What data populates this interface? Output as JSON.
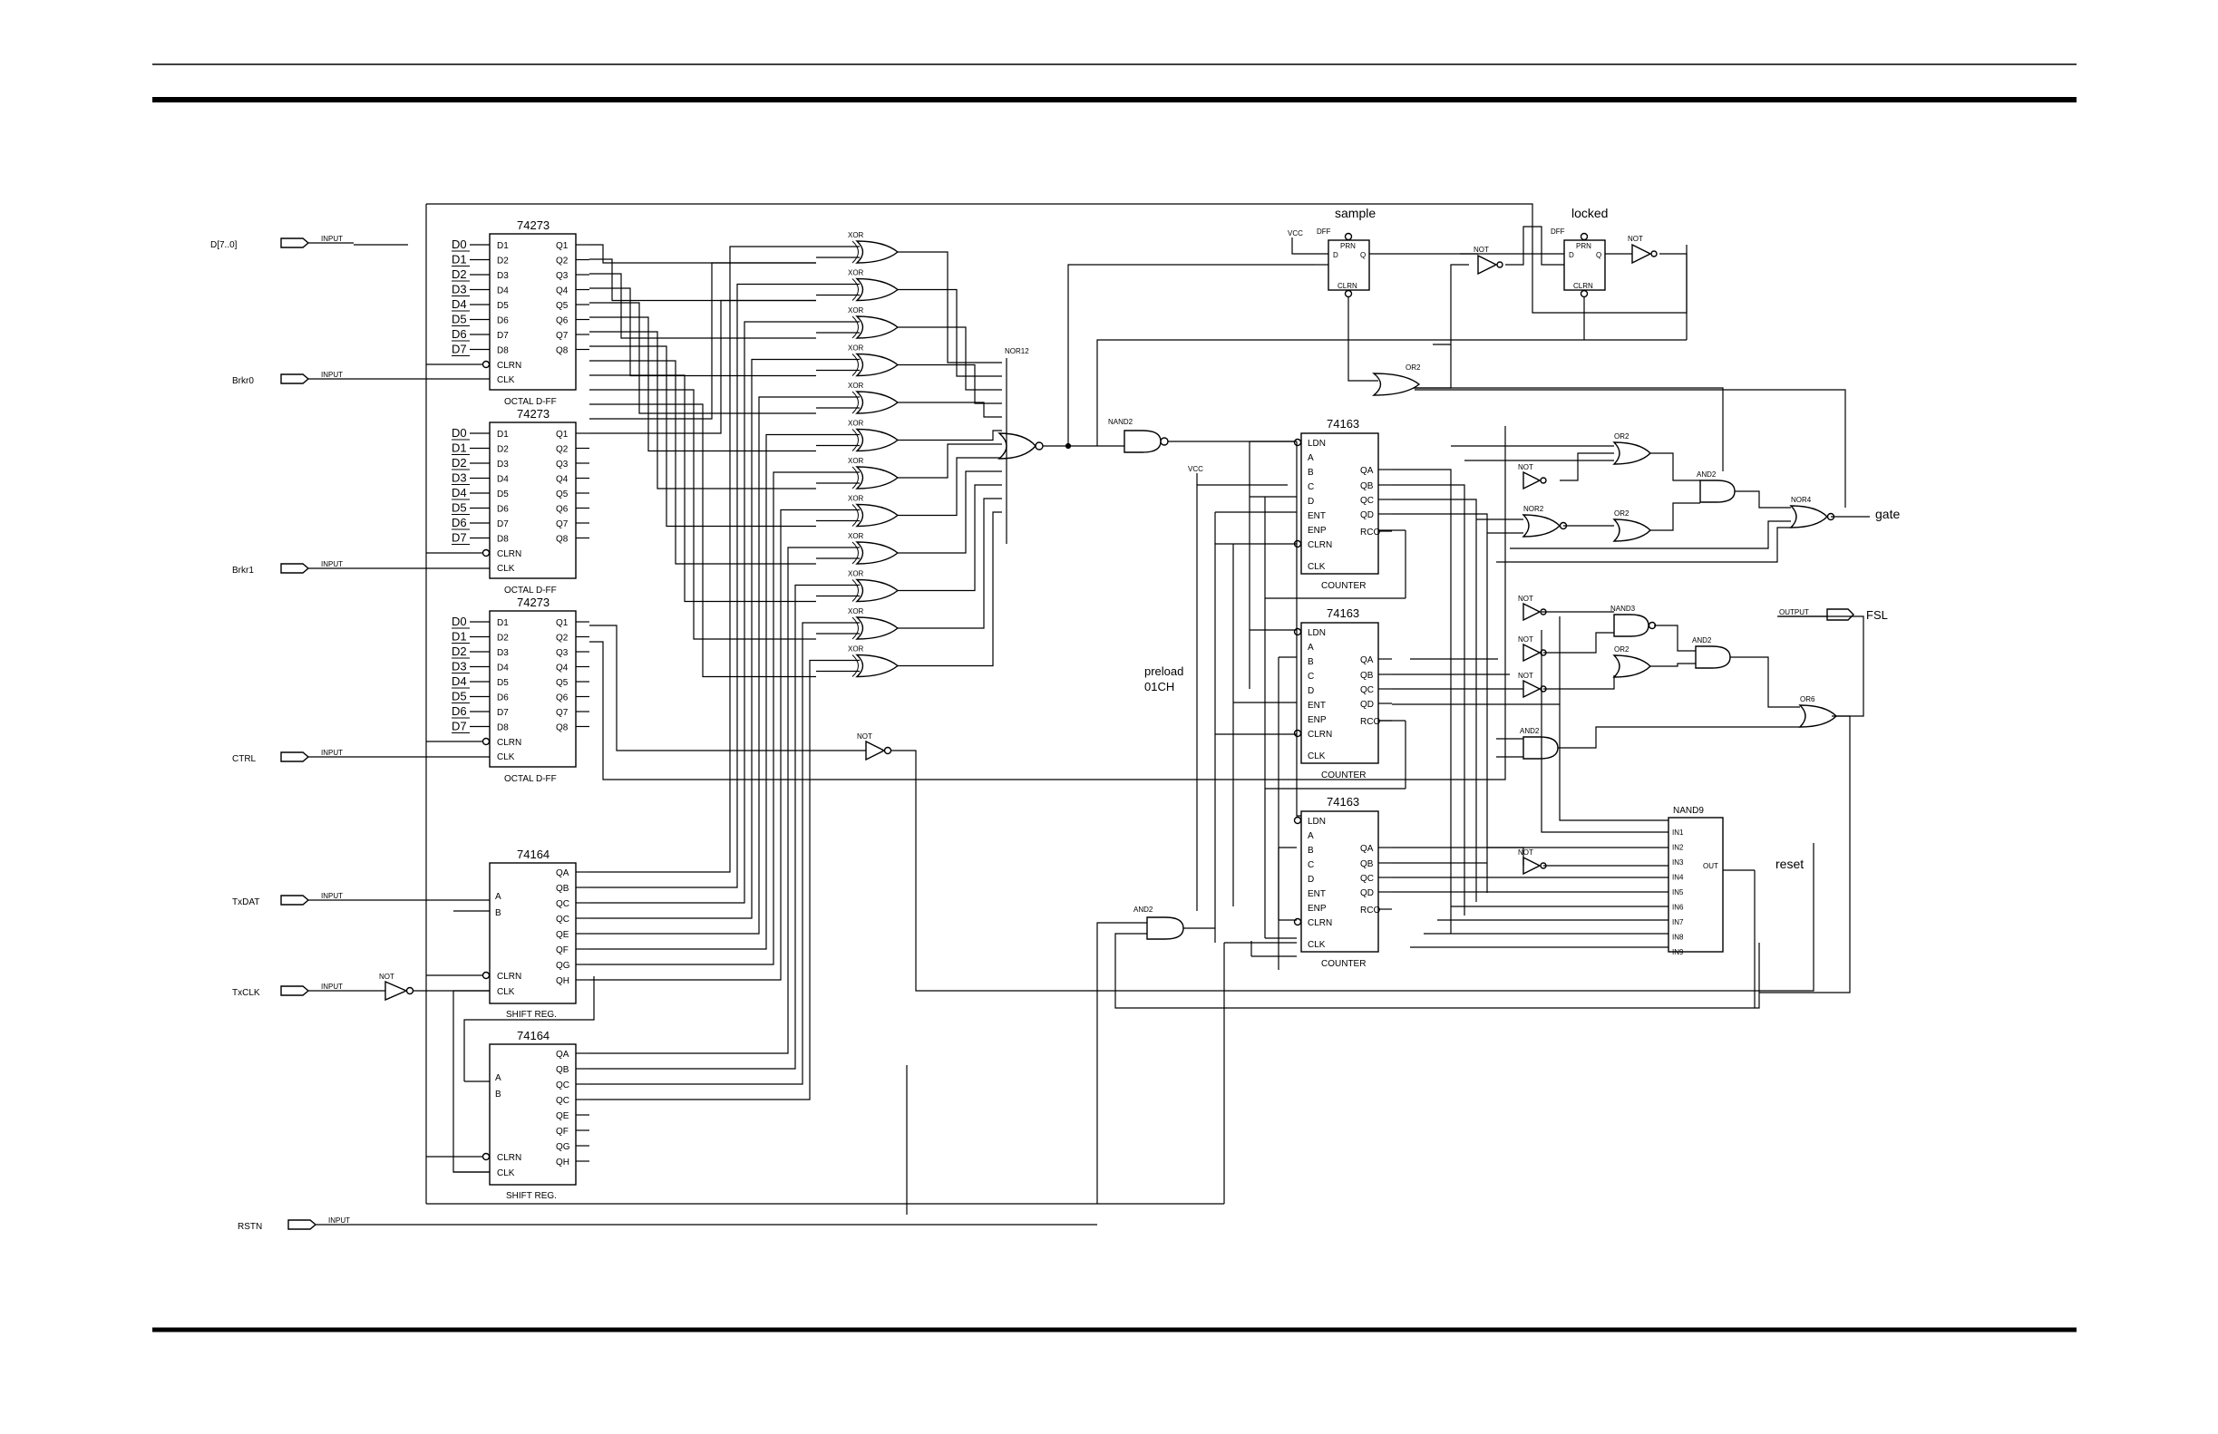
{
  "inputs": {
    "d_bus": "D[7..0]",
    "brkr0": "Brkr0",
    "brkr1": "Brkr1",
    "ctrl": "CTRL",
    "txdat": "TxDAT",
    "txclk": "TxCLK",
    "rstn": "RSTN",
    "tag": "INPUT"
  },
  "outputs": {
    "fsl": "FSL",
    "tag": "OUTPUT",
    "gate": "gate",
    "reset": "reset"
  },
  "dff_chip": {
    "part": "74273",
    "caption": "OCTAL D-FF",
    "d_labels": [
      "D0",
      "D1",
      "D2",
      "D3",
      "D4",
      "D5",
      "D6",
      "D7"
    ],
    "in_pins": [
      "D1",
      "D2",
      "D3",
      "D4",
      "D5",
      "D6",
      "D7",
      "D8"
    ],
    "out_pins": [
      "Q1",
      "Q2",
      "Q3",
      "Q4",
      "Q5",
      "Q6",
      "Q7",
      "Q8"
    ],
    "clrn": "CLRN",
    "clk": "CLK"
  },
  "shift_chip": {
    "part": "74164",
    "caption": "SHIFT REG.",
    "in_pins": [
      "A",
      "B"
    ],
    "out_pins": [
      "QA",
      "QB",
      "QC",
      "QC",
      "QE",
      "QF",
      "QG",
      "QH"
    ],
    "clrn": "CLRN",
    "clk": "CLK"
  },
  "counter_chip": {
    "part": "74163",
    "caption": "COUNTER",
    "in_pins": [
      "LDN",
      "A",
      "B",
      "C",
      "D",
      "ENT",
      "ENP",
      "CLRN",
      "CLK"
    ],
    "out_pins": [
      "QA",
      "QB",
      "QC",
      "QD",
      "RCO"
    ]
  },
  "gates": {
    "xor": "XOR",
    "nor12": "NOR12",
    "nand2": "NAND2",
    "not": "NOT",
    "or2": "OR2",
    "and2": "AND2",
    "nor2": "NOR2",
    "nor4": "NOR4",
    "nand3": "NAND3",
    "or6": "OR6",
    "nand9": "NAND9",
    "vcc": "VCC"
  },
  "nand9_pins": [
    "IN1",
    "IN2",
    "IN3",
    "IN4",
    "IN5",
    "IN6",
    "IN7",
    "IN8",
    "IN9"
  ],
  "nand9_out": "OUT",
  "flipflops": {
    "sample": "sample",
    "locked": "locked",
    "dff": "DFF",
    "prn": "PRN",
    "clrn": "CLRN",
    "d": "D",
    "q": "Q"
  },
  "preload": [
    "preload",
    "01CH"
  ]
}
